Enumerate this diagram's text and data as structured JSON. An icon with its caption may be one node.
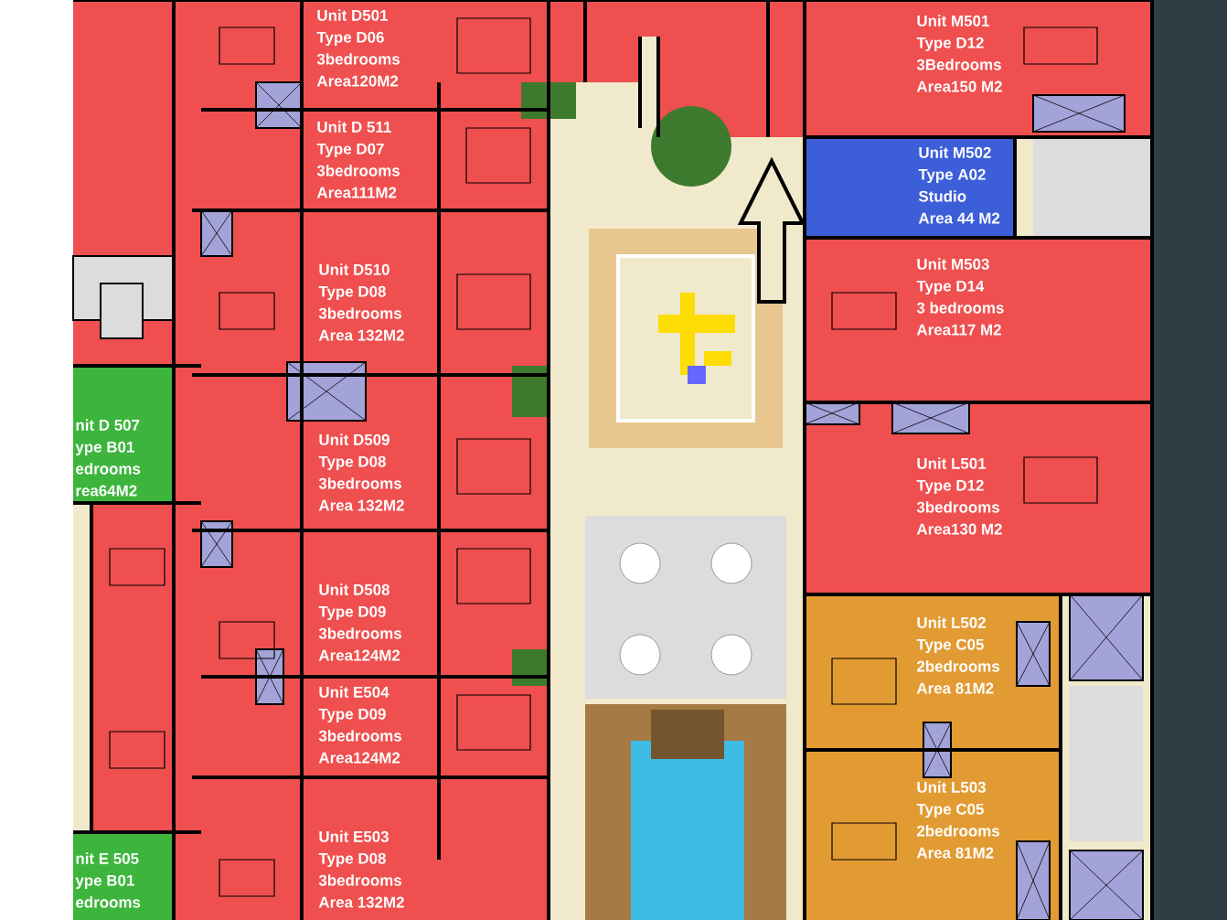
{
  "diagram": {
    "nodes": [
      {
        "text": [
          "Unit D501",
          "Type D06",
          "3bedrooms",
          "Area120M2"
        ]
      },
      {
        "text": [
          "Unit D 511",
          "Type D07",
          "3bedrooms",
          "Area111M2"
        ]
      },
      {
        "text": [
          "Unit D510",
          "Type D08",
          "3bedrooms",
          "Area 132M2"
        ]
      },
      {
        "text": [
          "Unit D509",
          "Type D08",
          "3bedrooms",
          "Area 132M2"
        ]
      },
      {
        "text": [
          "Unit D508",
          "Type D09",
          "3bedrooms",
          "Area124M2"
        ]
      },
      {
        "text": [
          "Unit E504",
          "Type D09",
          "3bedrooms",
          "Area124M2"
        ]
      },
      {
        "text": [
          "Unit E503",
          "Type D08",
          "3bedrooms",
          "Area 132M2"
        ]
      },
      {
        "text": [
          "nit D 507",
          "ype B01",
          "edrooms",
          "rea64M2"
        ]
      },
      {
        "text": [
          "nit E 505",
          "ype B01",
          "edrooms"
        ]
      },
      {
        "text": [
          "Unit M501",
          "Type D12",
          "3Bedrooms",
          "Area150 M2"
        ]
      },
      {
        "text": [
          "Unit M502",
          "Type A02",
          "Studio",
          "Area 44 M2"
        ]
      },
      {
        "text": [
          "Unit M503",
          "Type D14",
          "3 bedrooms",
          "Area117 M2"
        ]
      },
      {
        "text": [
          "Unit L501",
          "Type D12",
          "3bedrooms",
          "Area130 M2"
        ]
      },
      {
        "text": [
          "Unit L502",
          "Type C05",
          "2bedrooms",
          "Area 81M2"
        ]
      },
      {
        "text": [
          "Unit L503",
          "Type C05",
          "2bedrooms",
          "Area 81M2"
        ]
      }
    ]
  }
}
